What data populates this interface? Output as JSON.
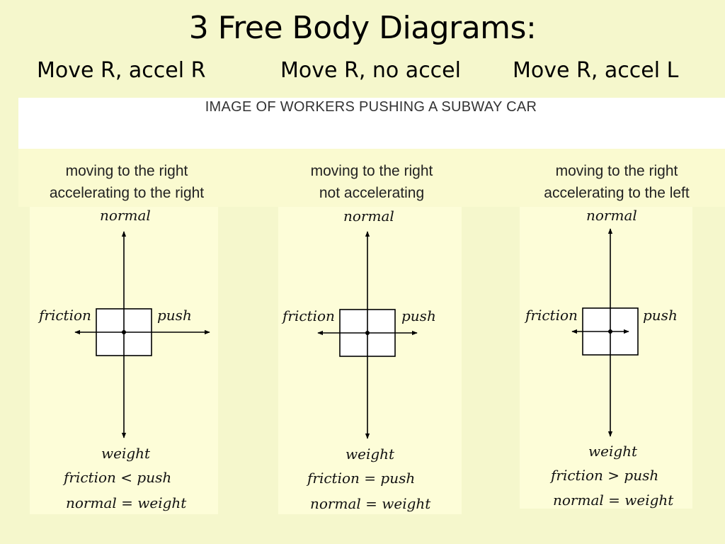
{
  "title": "3 Free Body Diagrams:",
  "subtitles": [
    "Move R, accel R",
    "Move R, no accel",
    "Move R, accel L"
  ],
  "banner": "IMAGE OF WORKERS PUSHING A SUBWAY CAR",
  "diagrams": [
    {
      "caption_line1": "moving to the right",
      "caption_line2": "accelerating to the right",
      "normal": "normal",
      "friction": "friction",
      "push": "push",
      "weight": "weight",
      "relation1": "friction < push",
      "relation2": "normal = weight"
    },
    {
      "caption_line1": "moving to the right",
      "caption_line2": "not accelerating",
      "normal": "normal",
      "friction": "friction",
      "push": "push",
      "weight": "weight",
      "relation1": "friction = push",
      "relation2": "normal = weight"
    },
    {
      "caption_line1": "moving to the right",
      "caption_line2": "accelerating to the left",
      "normal": "normal",
      "friction": "friction",
      "push": "push",
      "weight": "weight",
      "relation1": "friction > push",
      "relation2": "normal = weight"
    }
  ]
}
